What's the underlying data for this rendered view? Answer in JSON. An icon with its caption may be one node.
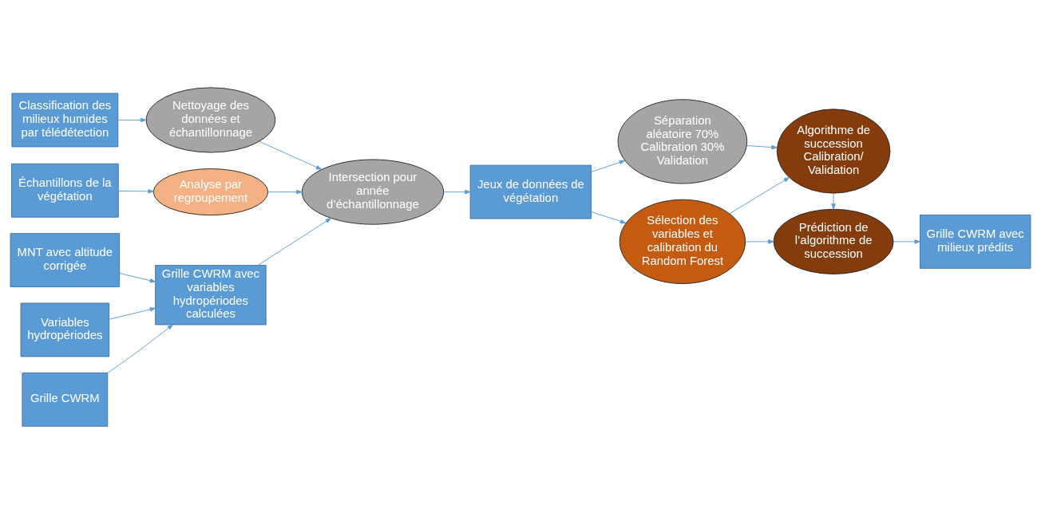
{
  "diagram": {
    "nodes": [
      {
        "text": [
          "Classification des milieux humides par télédétection"
        ]
      },
      {
        "text": [
          "Nettoyage des données et échantillonnage"
        ]
      },
      {
        "text": [
          "Intersection pour année d’échantillonnage"
        ]
      },
      {
        "text": [
          "Jeux de données de végétation"
        ]
      },
      {
        "text": [
          "Séparation aléatoire 70% Calibration 30% Validation"
        ]
      },
      {
        "text": [
          "Échantillons de la végétation"
        ]
      },
      {
        "text": [
          "Analyse par regroupement"
        ]
      },
      {
        "text": [
          "Sélection des variables et calibration du Random Forest"
        ]
      },
      {
        "text": [
          "MNT avec altitude corrigée"
        ]
      },
      {
        "text": [
          "Variables hydropériodes"
        ]
      },
      {
        "text": [
          "Grille CWRM avec variables hydropériodes calculées"
        ]
      },
      {
        "text": [
          "Algorithme de succession Calibration/ Validation"
        ]
      },
      {
        "text": [
          "Grille CWRM"
        ]
      },
      {
        "text": [
          "Prédiction de l’algorithme de succession"
        ]
      },
      {
        "text": [
          "Grille CWRM avec milieux prédits"
        ]
      }
    ],
    "edges": [
      {
        "from": 0,
        "to": 1,
        "arrow": "to"
      },
      {
        "from": 1,
        "to": 2,
        "arrow": "to"
      },
      {
        "from": 2,
        "to": 3,
        "arrow": "to"
      },
      {
        "from": 3,
        "to": 4,
        "arrow": "to"
      },
      {
        "from": 3,
        "to": 7,
        "arrow": "to"
      },
      {
        "from": 5,
        "to": 6,
        "arrow": "to"
      },
      {
        "from": 6,
        "to": 2,
        "arrow": "to"
      },
      {
        "from": 10,
        "to": 2,
        "arrow": "to"
      },
      {
        "from": 8,
        "to": 10,
        "arrow": "to"
      },
      {
        "from": 9,
        "to": 10,
        "arrow": "to"
      },
      {
        "from": 12,
        "to": 10,
        "arrow": "to"
      },
      {
        "from": 4,
        "to": 11,
        "arrow": "to"
      },
      {
        "from": 7,
        "to": 11,
        "arrow": "to"
      },
      {
        "from": 7,
        "to": 13,
        "arrow": "to"
      },
      {
        "from": 11,
        "to": 13,
        "arrow": "to"
      },
      {
        "from": 13,
        "to": 14,
        "arrow": "to"
      }
    ]
  }
}
